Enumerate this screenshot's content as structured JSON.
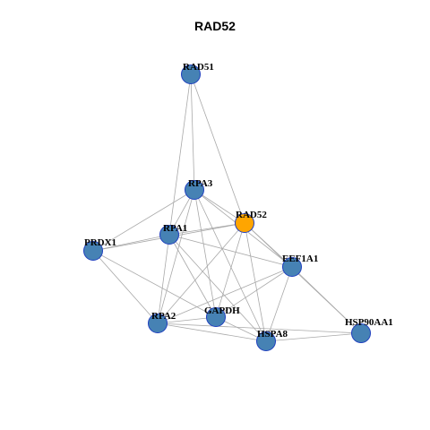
{
  "title": "RAD52",
  "colors": {
    "default_node": "#4682B4",
    "focus_node": "#FFA500",
    "node_border": "#1F3FBF",
    "edge": "#A9A9A9"
  },
  "nodes": [
    {
      "id": "RAD51",
      "label": "RAD51",
      "focus": false
    },
    {
      "id": "RPA3",
      "label": "RPA3",
      "focus": false
    },
    {
      "id": "RAD52",
      "label": "RAD52",
      "focus": true
    },
    {
      "id": "RPA1",
      "label": "RPA1",
      "focus": false
    },
    {
      "id": "PRDX1",
      "label": "PRDX1",
      "focus": false
    },
    {
      "id": "EEF1A1",
      "label": "EEF1A1",
      "focus": false
    },
    {
      "id": "GAPDH",
      "label": "GAPDH",
      "focus": false
    },
    {
      "id": "RPA2",
      "label": "RPA2",
      "focus": false
    },
    {
      "id": "HSPA8",
      "label": "HSPA8",
      "focus": false
    },
    {
      "id": "HSP90AA1",
      "label": "HSP90AA1",
      "focus": false
    }
  ],
  "edges": [
    [
      "RAD51",
      "RPA3"
    ],
    [
      "RAD51",
      "RAD52"
    ],
    [
      "RAD51",
      "RPA1"
    ],
    [
      "RPA3",
      "RPA1"
    ],
    [
      "RPA3",
      "RAD52"
    ],
    [
      "RPA3",
      "PRDX1"
    ],
    [
      "RPA3",
      "EEF1A1"
    ],
    [
      "RPA3",
      "GAPDH"
    ],
    [
      "RPA3",
      "HSPA8"
    ],
    [
      "RPA3",
      "RPA2"
    ],
    [
      "RAD52",
      "RPA1"
    ],
    [
      "RAD52",
      "PRDX1"
    ],
    [
      "RAD52",
      "EEF1A1"
    ],
    [
      "RAD52",
      "GAPDH"
    ],
    [
      "RAD52",
      "HSPA8"
    ],
    [
      "RAD52",
      "RPA2"
    ],
    [
      "RAD52",
      "HSP90AA1"
    ],
    [
      "RPA1",
      "PRDX1"
    ],
    [
      "RPA1",
      "EEF1A1"
    ],
    [
      "RPA1",
      "GAPDH"
    ],
    [
      "RPA1",
      "HSPA8"
    ],
    [
      "RPA1",
      "RPA2"
    ],
    [
      "PRDX1",
      "RPA2"
    ],
    [
      "PRDX1",
      "GAPDH"
    ],
    [
      "EEF1A1",
      "GAPDH"
    ],
    [
      "EEF1A1",
      "RPA2"
    ],
    [
      "EEF1A1",
      "HSPA8"
    ],
    [
      "EEF1A1",
      "HSP90AA1"
    ],
    [
      "GAPDH",
      "HSPA8"
    ],
    [
      "GAPDH",
      "RPA2"
    ],
    [
      "RPA2",
      "HSPA8"
    ],
    [
      "RPA2",
      "HSP90AA1"
    ],
    [
      "HSPA8",
      "HSP90AA1"
    ]
  ]
}
